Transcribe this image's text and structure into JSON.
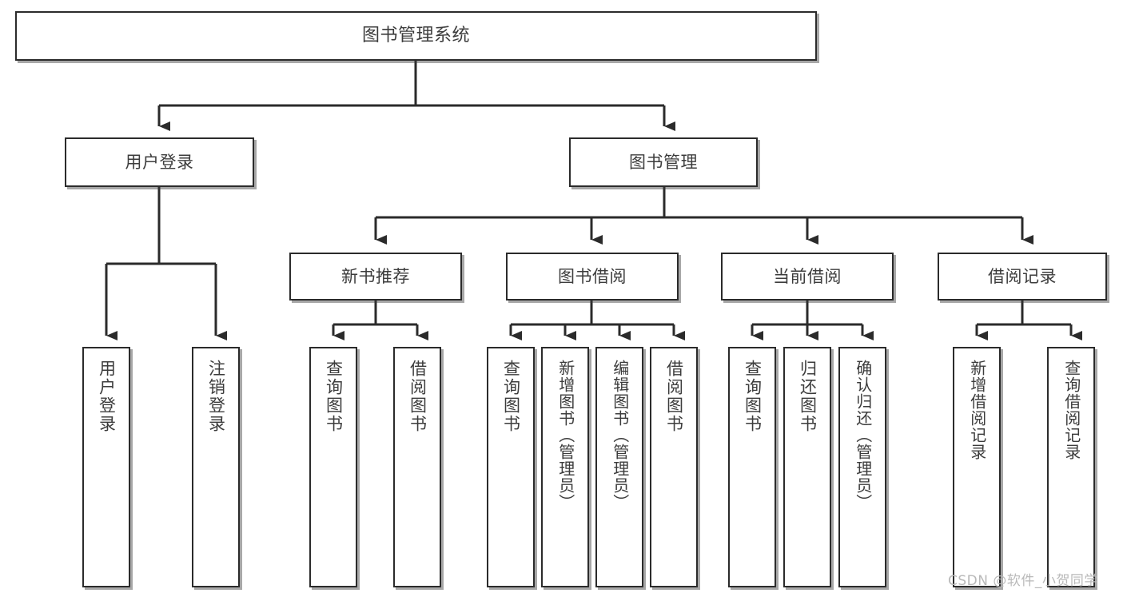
{
  "diagram": {
    "type": "tree",
    "title": "图书管理系统",
    "root": {
      "label": "图书管理系统"
    },
    "level2": [
      {
        "label": "用户登录"
      },
      {
        "label": "图书管理"
      }
    ],
    "level3": [
      {
        "label": "新书推荐"
      },
      {
        "label": "图书借阅"
      },
      {
        "label": "当前借阅"
      },
      {
        "label": "借阅记录"
      }
    ],
    "leaves": {
      "user_login": [
        {
          "label": "用户登录"
        },
        {
          "label": "注销登录"
        }
      ],
      "new_book_recommend": [
        {
          "label": "查询图书"
        },
        {
          "label": "借阅图书"
        }
      ],
      "book_borrow": [
        {
          "label": "查询图书"
        },
        {
          "label": "新增图书（管理员）"
        },
        {
          "label": "编辑图书（管理员）"
        },
        {
          "label": "借阅图书"
        }
      ],
      "current_borrow": [
        {
          "label": "查询图书"
        },
        {
          "label": "归还图书"
        },
        {
          "label": "确认归还（管理员）"
        }
      ],
      "borrow_record": [
        {
          "label": "新增借阅记录"
        },
        {
          "label": "查询借阅记录"
        }
      ]
    }
  },
  "watermark": {
    "text": "CSDN @软件_小贺同学"
  },
  "colors": {
    "border": "#2b2b2b",
    "text": "#3c3c3c",
    "background": "#ffffff",
    "connector": "#2b2b2b",
    "watermark": "#b9b9b9"
  }
}
